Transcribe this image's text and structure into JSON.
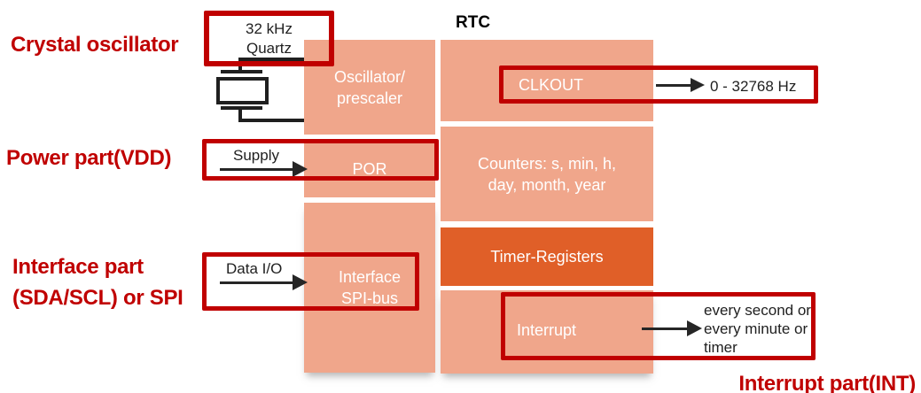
{
  "title": "RTC",
  "colors": {
    "block_fill": "#F0A68B",
    "timer_fill": "#E05F28",
    "annotation_border": "#C00000",
    "label_text": "#C00000",
    "block_text": "#FFFFFF",
    "wire_color": "#262626"
  },
  "side_labels": {
    "crystal": "Crystal oscillator",
    "power": "Power part(VDD)",
    "interface_line1": "Interface part",
    "interface_line2": "(SDA/SCL) or SPI",
    "interrupt": "Interrupt part(INT)"
  },
  "blocks": {
    "oscillator": {
      "line1": "Oscillator/",
      "line2": "prescaler"
    },
    "por": {
      "label": "POR"
    },
    "interface": {
      "line1": "Interface",
      "line2": "SPI-bus"
    },
    "clkout": {
      "label": "CLKOUT"
    },
    "counters": {
      "line1": "Counters: s, min, h,",
      "line2": "day, month, year"
    },
    "timer": {
      "label": "Timer-Registers"
    },
    "interrupt": {
      "label": "Interrupt"
    }
  },
  "callouts": {
    "quartz": {
      "line1": "32 kHz",
      "line2": "Quartz"
    },
    "supply": {
      "label": "Supply"
    },
    "data_io": {
      "label": "Data I/O"
    },
    "clkout_freq": {
      "label": "0 - 32768 Hz"
    },
    "interrupt_events": {
      "line1": "every second or",
      "line2": "every minute or",
      "line3": "timer"
    }
  }
}
